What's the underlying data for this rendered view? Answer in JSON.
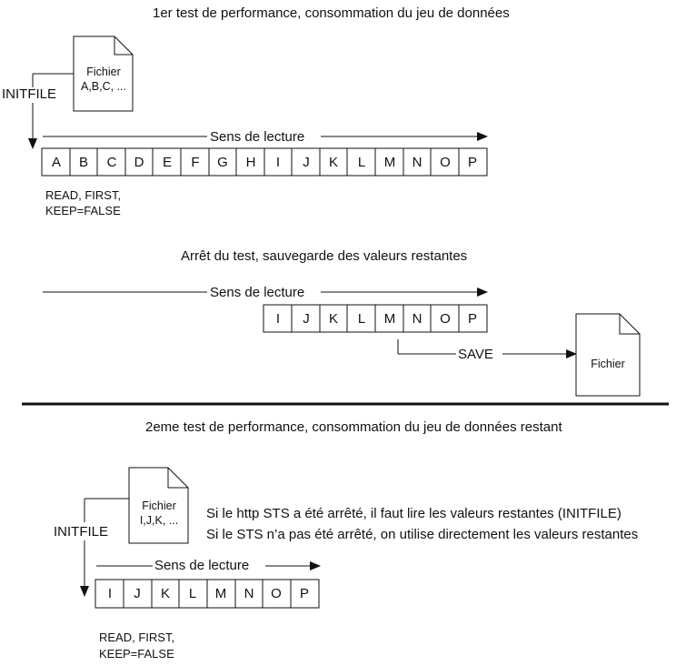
{
  "section1": {
    "title": "1er test de performance, consommation du jeu de données",
    "file_label": "Fichier",
    "file_content": "A,B,C, ...",
    "initfile": "INITFILE",
    "direction": "Sens de lecture",
    "cells": [
      "A",
      "B",
      "C",
      "D",
      "E",
      "F",
      "G",
      "H",
      "I",
      "J",
      "K",
      "L",
      "M",
      "N",
      "O",
      "P"
    ],
    "read_line1": "READ, FIRST,",
    "read_line2": "KEEP=FALSE"
  },
  "section2": {
    "title": "Arrêt du test, sauvegarde des valeurs restantes",
    "direction": "Sens de lecture",
    "cells": [
      "I",
      "J",
      "K",
      "L",
      "M",
      "N",
      "O",
      "P"
    ],
    "save": "SAVE",
    "file_label": "Fichier"
  },
  "section3": {
    "title": "2eme test de performance, consommation du jeu de données restant",
    "file_label": "Fichier",
    "file_content": "I,J,K, ...",
    "initfile": "INITFILE",
    "note1": "Si le http STS a été arrêté, il faut lire les valeurs restantes (INITFILE)",
    "note2": "Si le STS n’a pas été arrêté, on utilise directement les valeurs restantes",
    "direction": "Sens de lecture",
    "cells": [
      "I",
      "J",
      "K",
      "L",
      "M",
      "N",
      "O",
      "P"
    ],
    "read_line1": "READ, FIRST,",
    "read_line2": "KEEP=FALSE"
  }
}
